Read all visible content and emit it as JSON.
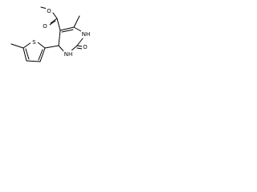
{
  "molecule": {
    "atoms": {
      "o_methoxy": "O",
      "o_carbonyl": "O",
      "n_top": "NH",
      "n_bottom": "NH",
      "o_urea": "O",
      "s_thiophene": "S"
    }
  }
}
